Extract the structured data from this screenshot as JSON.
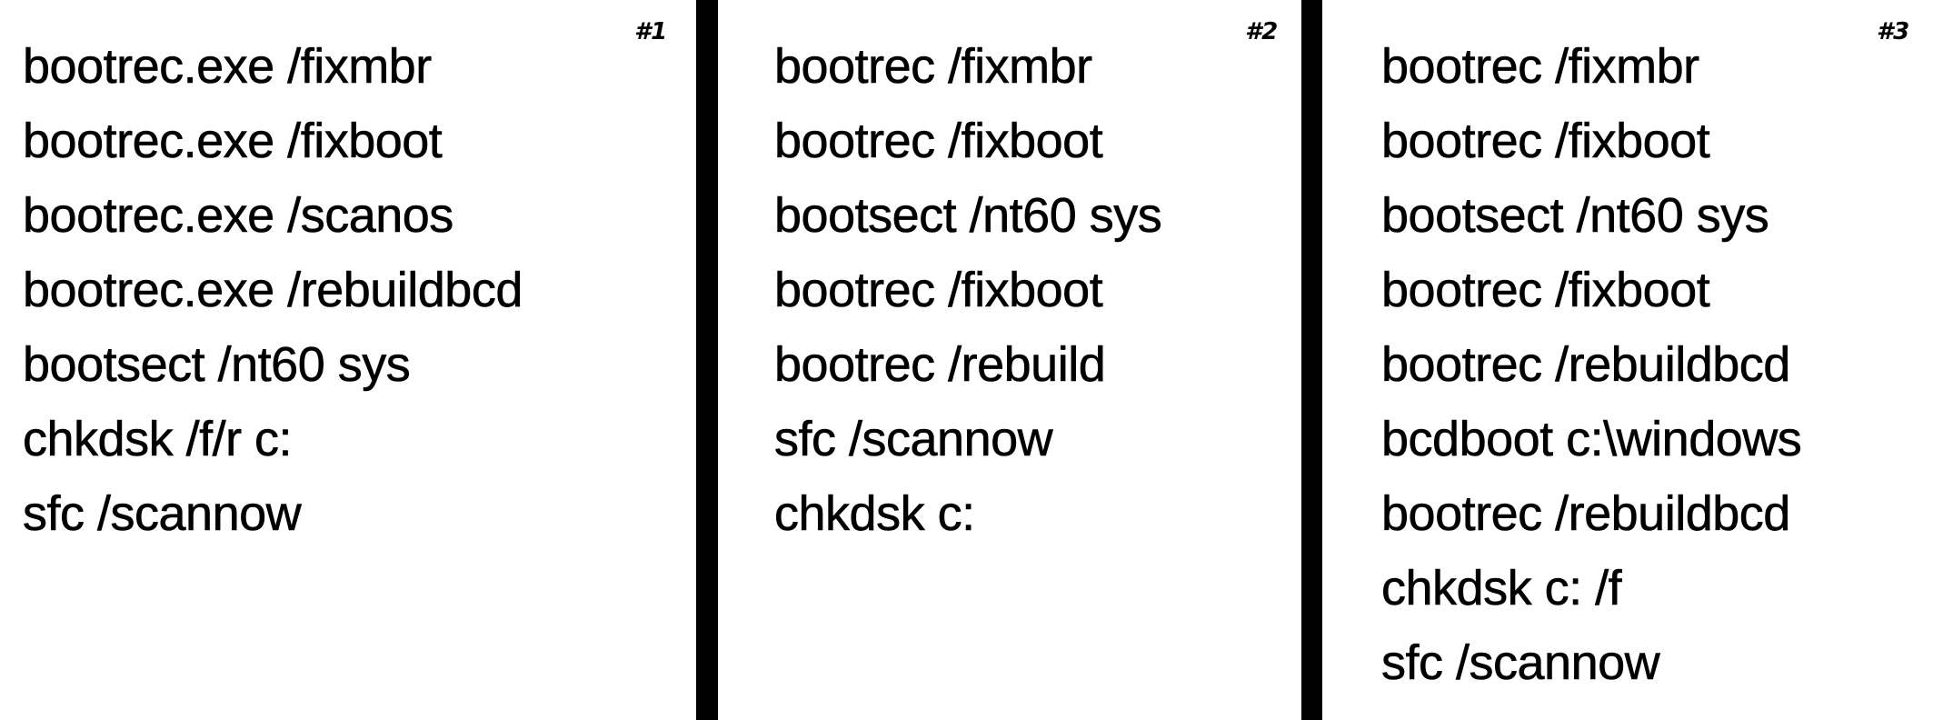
{
  "panels": [
    {
      "label": "#1",
      "commands": [
        "bootrec.exe /fixmbr",
        "bootrec.exe /fixboot",
        "bootrec.exe /scanos",
        "bootrec.exe /rebuildbcd",
        "bootsect /nt60 sys",
        "chkdsk /f/r c:",
        "sfc /scannow"
      ]
    },
    {
      "label": "#2",
      "commands": [
        "bootrec /fixmbr",
        "bootrec /fixboot",
        "bootsect /nt60 sys",
        "bootrec /fixboot",
        "bootrec /rebuild",
        "sfc /scannow",
        "chkdsk c:"
      ]
    },
    {
      "label": "#3",
      "commands": [
        "bootrec /fixmbr",
        "bootrec /fixboot",
        "bootsect /nt60 sys",
        "bootrec /fixboot",
        "bootrec /rebuildbcd",
        "bcdboot c:\\windows",
        "bootrec /rebuildbcd",
        "chkdsk c: /f",
        "sfc /scannow"
      ]
    }
  ],
  "colors": {
    "background": "#ffffff",
    "text": "#000000",
    "divider": "#000000"
  }
}
